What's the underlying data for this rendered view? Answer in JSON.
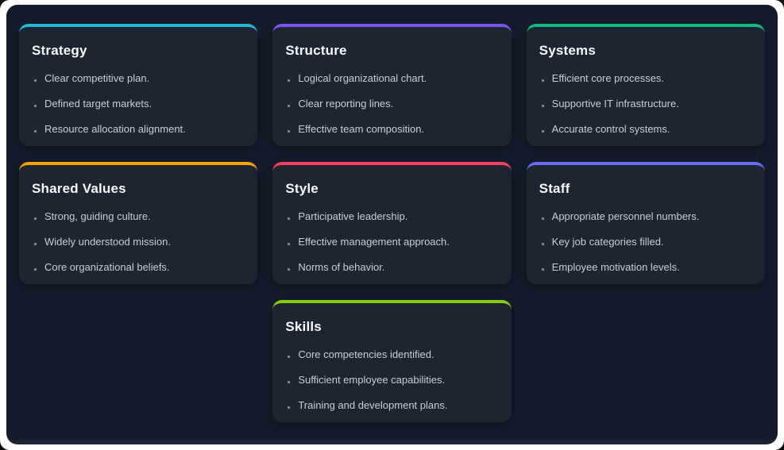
{
  "colors": {
    "page_bg": "#141b2a",
    "card_bg": "#1d2432",
    "title_text": "#f8fafc",
    "body_text": "#c6cedb"
  },
  "cards": [
    {
      "title": "Strategy",
      "accent": "#23b7d5",
      "items": [
        "Clear competitive plan.",
        "Defined target markets.",
        "Resource allocation alignment."
      ]
    },
    {
      "title": "Structure",
      "accent": "#7c53f4",
      "items": [
        "Logical organizational chart.",
        "Clear reporting lines.",
        "Effective team composition."
      ]
    },
    {
      "title": "Systems",
      "accent": "#10b981",
      "items": [
        "Efficient core processes.",
        "Supportive IT infrastructure.",
        "Accurate control systems."
      ]
    },
    {
      "title": "Shared Values",
      "accent": "#f5a20b",
      "items": [
        "Strong, guiding culture.",
        "Widely understood mission.",
        "Core organizational beliefs."
      ]
    },
    {
      "title": "Style",
      "accent": "#f43f5e",
      "items": [
        "Participative leadership.",
        "Effective management approach.",
        "Norms of behavior."
      ]
    },
    {
      "title": "Staff",
      "accent": "#666ef5",
      "items": [
        "Appropriate personnel numbers.",
        "Key job categories filled.",
        "Employee motivation levels."
      ]
    },
    {
      "title": "Skills",
      "accent": "#84cc16",
      "items": [
        "Core competencies identified.",
        "Sufficient employee capabilities.",
        "Training and development plans."
      ]
    }
  ]
}
